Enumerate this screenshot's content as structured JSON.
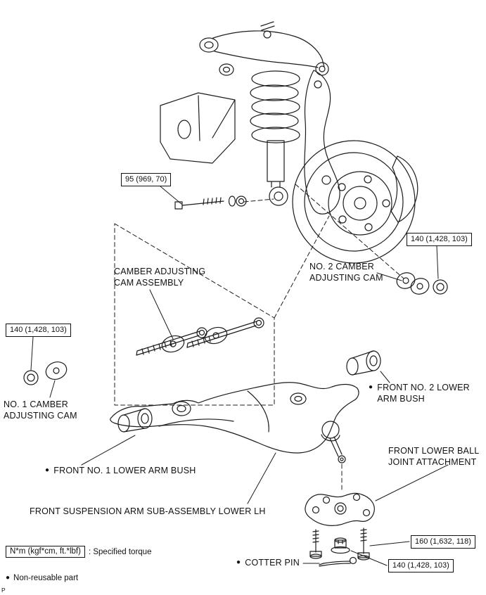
{
  "markers": {
    "non_reusable": "●"
  },
  "torque_specs": {
    "upper_arm_bolt": "95 (969, 70)",
    "no2_cam_nut": "140 (1,428, 103)",
    "no1_cam_nut": "140 (1,428, 103)",
    "attachment_bolts": "160 (1,632, 118)",
    "ball_joint_castle_nut": "140 (1,428, 103)"
  },
  "part_labels": {
    "camber_cam_assembly": "CAMBER ADJUSTING\nCAM ASSEMBLY",
    "no2_camber_cam": "NO. 2 CAMBER\nADJUSTING CAM",
    "no1_camber_cam": "NO. 1 CAMBER\nADJUSTING CAM",
    "front_no2_lower_arm_bush": "FRONT NO. 2 LOWER\nARM BUSH",
    "front_no1_lower_arm_bush": "FRONT NO. 1 LOWER ARM BUSH",
    "front_lower_ball_joint_attachment": "FRONT LOWER BALL\nJOINT ATTACHMENT",
    "front_suspension_arm_sub_assembly": "FRONT SUSPENSION ARM SUB-ASSEMBLY LOWER LH",
    "cotter_pin": "COTTER PIN"
  },
  "legend": {
    "torque_unit_box": "N*m (kgf*cm, ft.*lbf)",
    "torque_caption": ": Specified torque",
    "non_reusable_caption": "Non-reusable part"
  },
  "footer_mark": "P"
}
